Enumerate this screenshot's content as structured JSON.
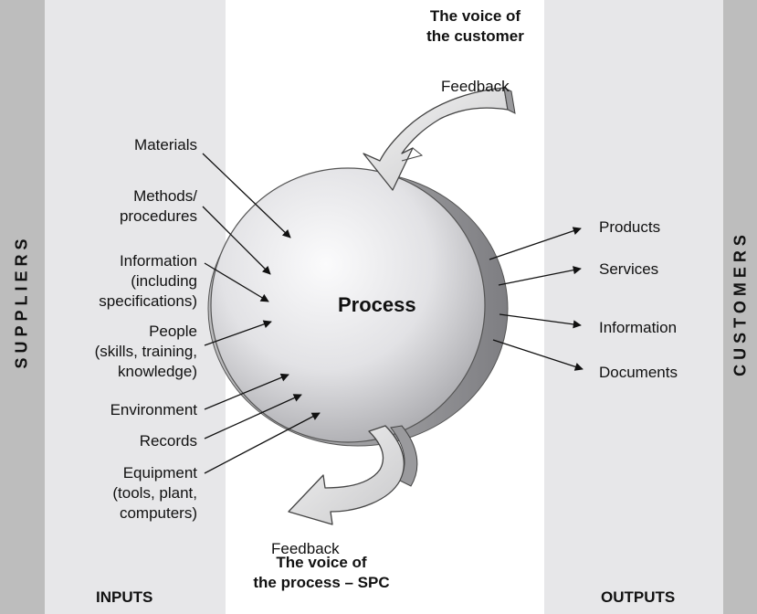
{
  "side_labels": {
    "suppliers": "SUPPLIERS",
    "customers": "CUSTOMERS"
  },
  "column_labels": {
    "inputs": "INPUTS",
    "outputs": "OUTPUTS"
  },
  "process_label": "Process",
  "voice_customer": {
    "line1": "The voice of",
    "line2": "the customer",
    "feedback": "Feedback"
  },
  "voice_process": {
    "line1": "The voice of",
    "line2": "the process – SPC",
    "feedback": "Feedback"
  },
  "inputs": [
    {
      "lines": [
        "Materials"
      ]
    },
    {
      "lines": [
        "Methods/",
        "procedures"
      ]
    },
    {
      "lines": [
        "Information",
        "(including",
        "specifications)"
      ]
    },
    {
      "lines": [
        "People",
        "(skills, training,",
        "knowledge)"
      ]
    },
    {
      "lines": [
        "Environment"
      ]
    },
    {
      "lines": [
        "Records"
      ]
    },
    {
      "lines": [
        "Equipment",
        "(tools, plant,",
        "computers)"
      ]
    }
  ],
  "outputs": [
    "Products",
    "Services",
    "Information",
    "Documents"
  ],
  "colors": {
    "side_band": "#bdbdbd",
    "column_band": "#e7e7e9",
    "sphere_light": "#fbfbfc",
    "sphere_dark": "#a9a9ad"
  }
}
